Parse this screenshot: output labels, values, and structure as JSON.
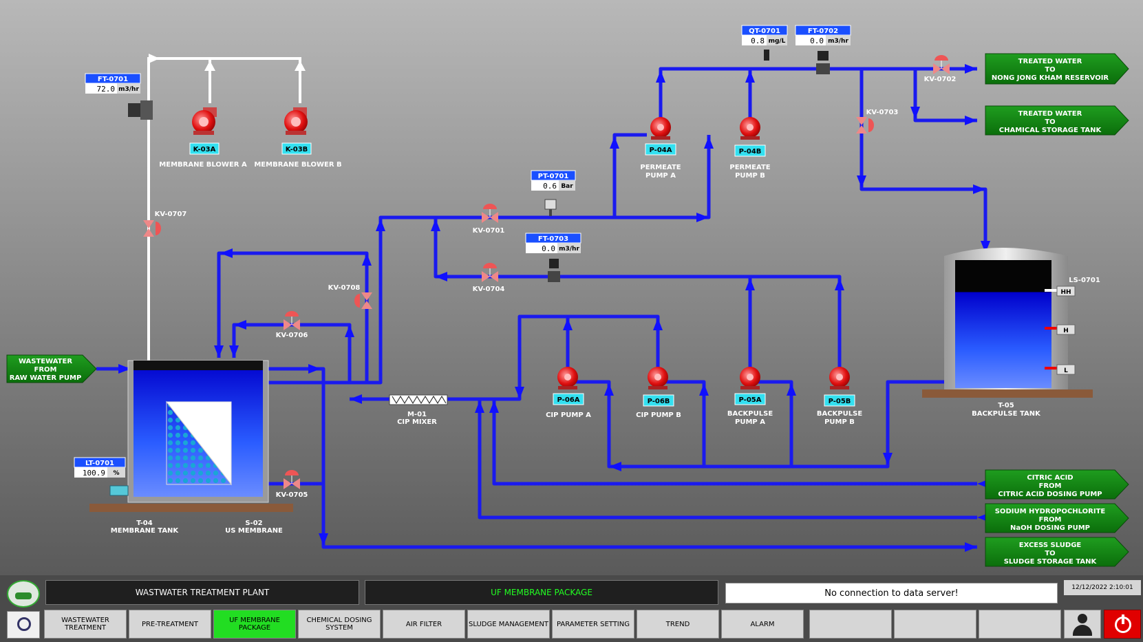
{
  "header": {
    "plant_title": "WASTWATER TREATMENT PLANT",
    "page_title": "UF MEMBRANE PACKAGE",
    "message": "No connection to data server!",
    "datetime": "12/12/2022 2:10:01"
  },
  "nav": [
    {
      "label": "WASTEWATER\nTREATMENT",
      "active": false
    },
    {
      "label": "PRE-TREATMENT",
      "active": false
    },
    {
      "label": "UF MEMBRANE\nPACKAGE",
      "active": true
    },
    {
      "label": "CHEMICAL DOSING\nSYSTEM",
      "active": false
    },
    {
      "label": "AIR FILTER",
      "active": false
    },
    {
      "label": "SLUDGE MANAGEMENT",
      "active": false
    },
    {
      "label": "PARAMETER SETTING",
      "active": false
    },
    {
      "label": "TREND",
      "active": false
    },
    {
      "label": "ALARM",
      "active": false
    }
  ],
  "instruments": {
    "ft0701": {
      "tag": "FT-0701",
      "value": "72.0",
      "unit": "m3/hr"
    },
    "pt0701": {
      "tag": "PT-0701",
      "value": "0.6",
      "unit": "Bar"
    },
    "ft0703": {
      "tag": "FT-0703",
      "value": "0.0",
      "unit": "m3/hr"
    },
    "qt0701": {
      "tag": "QT-0701",
      "value": "0.8",
      "unit": "mg/L"
    },
    "ft0702": {
      "tag": "FT-0702",
      "value": "0.0",
      "unit": "m3/hr"
    },
    "lt0701": {
      "tag": "LT-0701",
      "value": "100.9",
      "unit": "%"
    }
  },
  "equipment": {
    "k03a": {
      "tag": "K-03A",
      "name": "MEMBRANE BLOWER A"
    },
    "k03b": {
      "tag": "K-03B",
      "name": "MEMBRANE BLOWER B"
    },
    "p04a": {
      "tag": "P-04A",
      "name1": "PERMEATE",
      "name2": "PUMP A"
    },
    "p04b": {
      "tag": "P-04B",
      "name1": "PERMEATE",
      "name2": "PUMP B"
    },
    "p06a": {
      "tag": "P-06A",
      "name": "CIP PUMP A"
    },
    "p06b": {
      "tag": "P-06B",
      "name": "CIP PUMP B"
    },
    "p05a": {
      "tag": "P-05A",
      "name1": "BACKPULSE",
      "name2": "PUMP A"
    },
    "p05b": {
      "tag": "P-05B",
      "name1": "BACKPULSE",
      "name2": "PUMP B"
    },
    "m01": {
      "tag": "M-01",
      "name": "CIP MIXER"
    },
    "t04": {
      "tag": "T-04",
      "name": "MEMBRANE TANK"
    },
    "s02": {
      "tag": "S-02",
      "name": "US MEMBRANE"
    },
    "t05": {
      "tag": "T-05",
      "name": "BACKPULSE TANK"
    },
    "ls0701": {
      "tag": "LS-0701",
      "hh": "HH",
      "h": "H",
      "l": "L"
    }
  },
  "valves": {
    "kv0701": "KV-0701",
    "kv0702": "KV-0702",
    "kv0703": "KV-0703",
    "kv0704": "KV-0704",
    "kv0705": "KV-0705",
    "kv0706": "KV-0706",
    "kv0707": "KV-0707",
    "kv0708": "KV-0708"
  },
  "arrows": {
    "in_wastewater": {
      "l1": "WASTEWATER",
      "l2": "FROM",
      "l3": "RAW WATER PUMP"
    },
    "out_treated1": {
      "l1": "TREATED WATER",
      "l2": "TO",
      "l3": "NONG JONG KHAM RESERVOIR"
    },
    "out_treated2": {
      "l1": "TREATED WATER",
      "l2": "TO",
      "l3": "CHAMICAL STORAGE TANK"
    },
    "in_citric": {
      "l1": "CITRIC ACID",
      "l2": "FROM",
      "l3": "CITRIC ACID DOSING PUMP"
    },
    "in_sodium": {
      "l1": "SODIUM HYDROPOCHLORITE",
      "l2": "FROM",
      "l3": "NaOH DOSING PUMP"
    },
    "out_sludge": {
      "l1": "EXCESS SLUDGE",
      "l2": "TO",
      "l3": "SLUDGE STORAGE TANK"
    }
  },
  "levels": {
    "backpulse_tank_fraction": 0.75,
    "membrane_tank_fraction": 0.95
  }
}
